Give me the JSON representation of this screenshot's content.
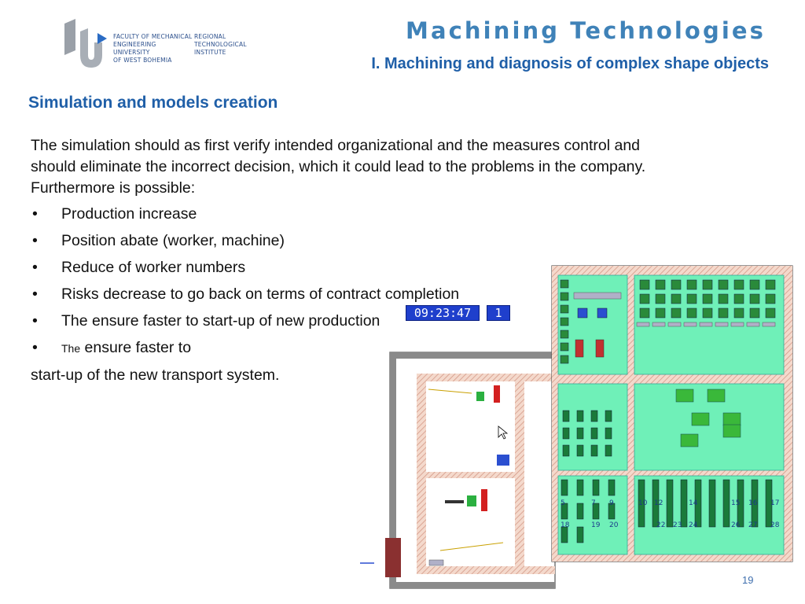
{
  "logo": {
    "col1": [
      "FACULTY OF MECHANICAL",
      "ENGINEERING",
      "UNIVERSITY",
      "OF WEST BOHEMIA"
    ],
    "col2": [
      "REGIONAL",
      "TECHNOLOGICAL",
      "INSTITUTE"
    ]
  },
  "header": {
    "title": "Machining Technologies",
    "subtitle": "I. Machining and diagnosis of complex shape objects"
  },
  "section": {
    "heading": "Simulation and models creation"
  },
  "content": {
    "intro": "The simulation should  as first verify intended organizational  and the measures control and should eliminate the incorrect decision, which it could lead to the problems in the company. Furthermore is possible:",
    "bullets": [
      "Production increase",
      "Position abate (worker, machine)",
      "Reduce of worker numbers",
      "Risks decrease to go back on terms of contract completion",
      "The ensure  faster to start-up of new production"
    ],
    "last_bullet_small": "The",
    "last_bullet_rest": " ensure  faster to",
    "tail": "start-up of the new transport system."
  },
  "simulation": {
    "clock_time": "09:23:47",
    "clock_day": "1",
    "bay_numbers": [
      "5",
      "7",
      "9",
      "10",
      "12",
      "14",
      "15",
      "16",
      "17",
      "18",
      "19",
      "20",
      "22",
      "23",
      "24",
      "26",
      "27",
      "28"
    ]
  },
  "footer": {
    "page_number": "19"
  },
  "colors": {
    "title": "#3f82b8",
    "accent_blue": "#1f5fa8",
    "sim_floor": "#6ff0b8",
    "wall": "#e8b0a0"
  }
}
